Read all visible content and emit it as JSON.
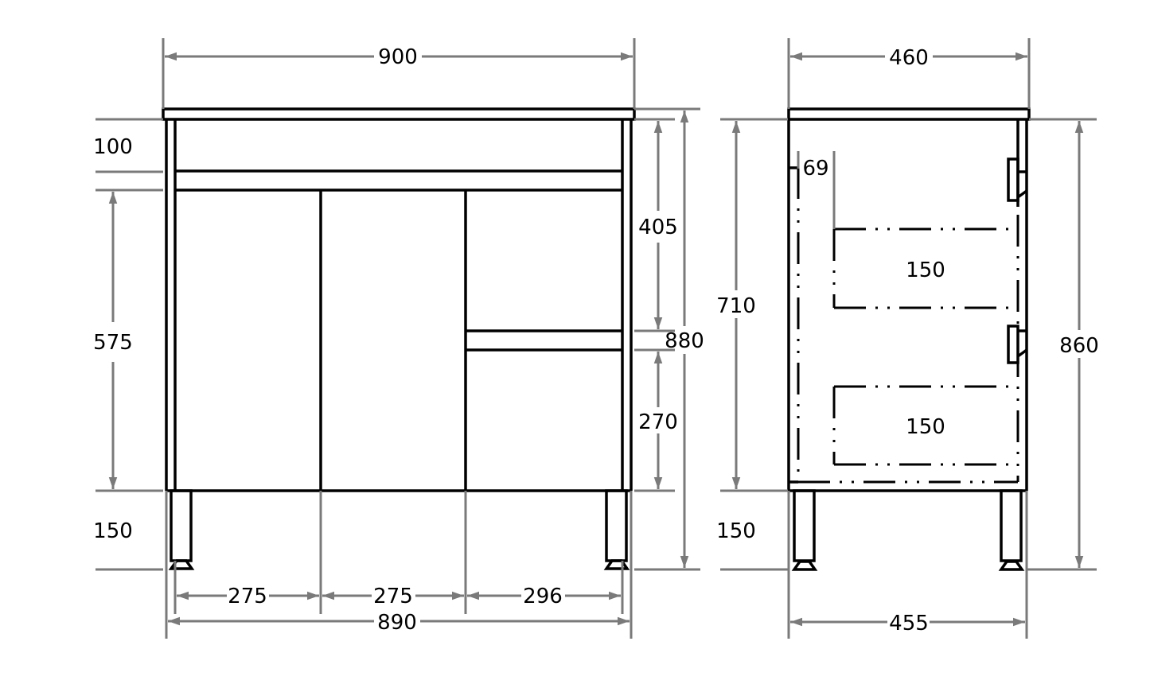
{
  "drawing": {
    "type": "Vanity cabinet dimension drawing",
    "units": "mm",
    "front_view": {
      "overall_width_top": "900",
      "carcass_width": "890",
      "drawer_rail_height": "100",
      "door_height": "575",
      "leg_height": "150",
      "top_drawer_height": "405",
      "bottom_drawer_height": "270",
      "overall_height": "880",
      "door_widths": [
        "275",
        "275",
        "296"
      ]
    },
    "side_view": {
      "overall_depth_top": "460",
      "carcass_depth": "455",
      "body_height": "710",
      "leg_height": "150",
      "overall_height": "860",
      "inset": "69",
      "internal_drawer_heights": [
        "150",
        "150"
      ]
    }
  },
  "colors": {
    "object_line": "#000000",
    "dimension_line": "#7a7a7a",
    "background": "#ffffff"
  }
}
